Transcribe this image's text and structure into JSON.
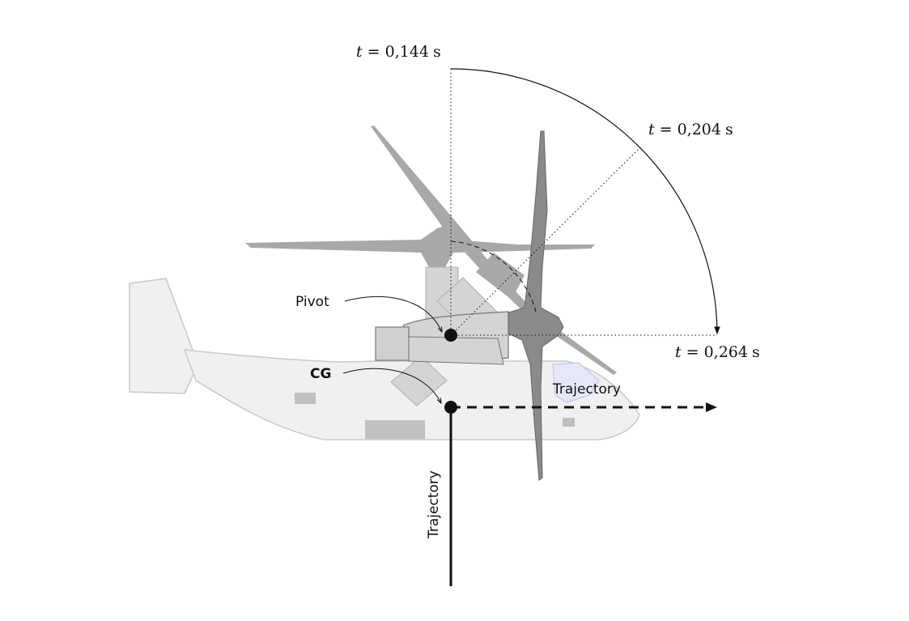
{
  "labels": {
    "t_start": {
      "var": "t",
      "eq": "=",
      "value": "0,144",
      "unit": "s"
    },
    "t_mid": {
      "var": "t",
      "eq": "=",
      "value": "0,204",
      "unit": "s"
    },
    "t_end": {
      "var": "t",
      "eq": "=",
      "value": "0,264",
      "unit": "s"
    },
    "pivot": "Pivot",
    "cg": "CG",
    "trajectory_horizontal": "Trajectory",
    "trajectory_vertical": "Trajectory"
  },
  "colors": {
    "fuselage_fill": "#f0f0f0",
    "fuselage_stroke": "#c8c8c8",
    "ghost_rotor": "#a8a8a8",
    "nacelle_light": "#d4d4d4",
    "rotor_dark": "#8a8a8a",
    "canopy_blue": "#e6e8f8",
    "ink": "#111111"
  }
}
